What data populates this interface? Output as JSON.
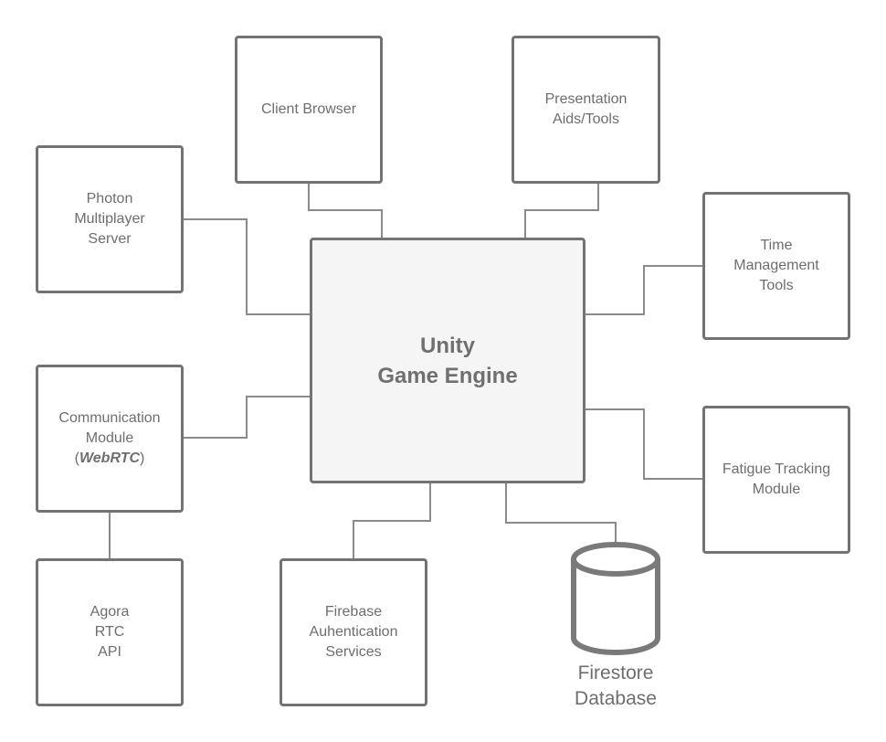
{
  "center": {
    "label": "Unity\nGame Engine"
  },
  "nodes": {
    "client_browser": "Client Browser",
    "presentation_aids": "Presentation\nAids/Tools",
    "photon_server": "Photon\nMultiplayer\nServer",
    "time_management": "Time\nManagement\nTools",
    "communication_module": {
      "line1": "Communication",
      "line2": "Module",
      "open_paren": "(",
      "emphasis": "WebRTC",
      "close_paren": ")"
    },
    "fatigue_tracking": "Fatigue Tracking\nModule",
    "agora_api": "Agora\nRTC\nAPI",
    "firebase_auth": "Firebase\nAuhentication\nServices",
    "firestore_db": "Firestore\nDatabase"
  },
  "colors": {
    "border": "#737373",
    "connector": "#8a8a8a",
    "text": "#6e6e6e",
    "center_fill": "#f5f5f5"
  },
  "icons": {
    "firestore_db": "database-cylinder-icon"
  }
}
